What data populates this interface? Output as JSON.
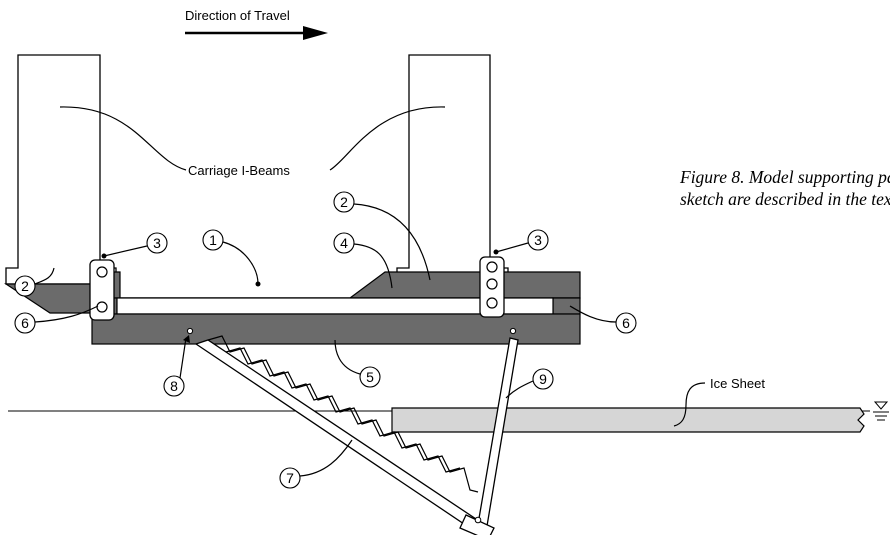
{
  "direction_label": "Direction of Travel",
  "beams_label": "Carriage I-Beams",
  "ice_label": "Ice Sheet",
  "caption_line1": "Figure 8. Model supporting pa",
  "caption_line2": "sketch are described in the tex",
  "callouts": [
    {
      "id": "c1",
      "text": "1"
    },
    {
      "id": "c2a",
      "text": "2"
    },
    {
      "id": "c2b",
      "text": "2"
    },
    {
      "id": "c3a",
      "text": "3"
    },
    {
      "id": "c3b",
      "text": "3"
    },
    {
      "id": "c4",
      "text": "4"
    },
    {
      "id": "c5",
      "text": "5"
    },
    {
      "id": "c6a",
      "text": "6"
    },
    {
      "id": "c6b",
      "text": "6"
    },
    {
      "id": "c7",
      "text": "7"
    },
    {
      "id": "c8",
      "text": "8"
    },
    {
      "id": "c9",
      "text": "9"
    }
  ],
  "colors": {
    "dark_fill": "#6b6b6b",
    "ice_fill": "#d6d6d6",
    "outline": "#000000"
  }
}
